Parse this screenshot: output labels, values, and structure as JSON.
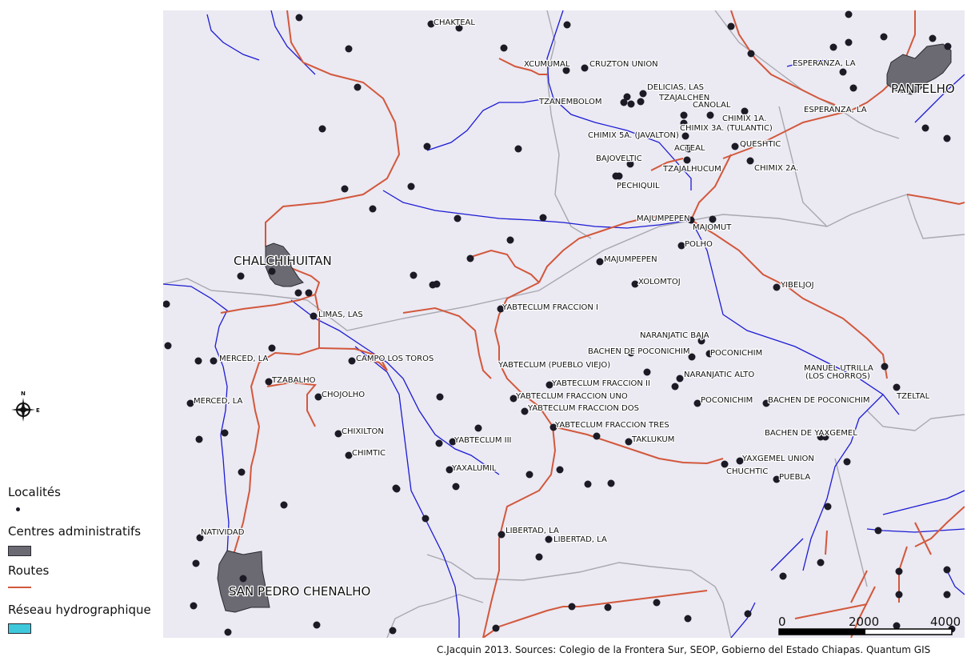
{
  "colors": {
    "background": "#ebe9f2",
    "road": "#d2583c",
    "river": "#1b1bd4",
    "boundary": "#a8a8b0",
    "admin_fill": "#6b6a73",
    "locality": "#1c1a24",
    "hydro_legend": "#3ec8dc"
  },
  "admin_centers": [
    {
      "name": "PANTELHO"
    },
    {
      "name": "CHALCHIHUITAN"
    },
    {
      "name": "SAN PEDRO CHENALHO"
    }
  ],
  "localities": [
    "CHAKTEAL",
    "XCUMUMAL",
    "CRUZTON UNION",
    "ESPERANZA, LA",
    "DELICIAS, LAS",
    "TZAJALCHEN",
    "TZANEMBOLOM",
    "CANOLAL",
    "CHIMIX 1A.",
    "ESPERANZA, LA",
    "CHIMIX 3A. (TULANTIC)",
    "CHIMIX 5A. (JAVALTON)",
    "ACTEAL",
    "QUESHTIC",
    "BAJOVELTIC",
    "TZAJALHUCUM",
    "CHIMIX 2A.",
    "PECHIQUIL",
    "MAJUMPEPEN",
    "MAJOMUT",
    "POLHO",
    "MAJUMPEPEN",
    "XOLOMTOJ",
    "YIBELJOJ",
    "YABTECLUM FRACCION I",
    "LIMAS, LAS",
    "NARANJATIC BAJA",
    "BACHEN DE POCONICHIM",
    "POCONICHIM",
    "MERCED, LA",
    "CAMPO LOS TOROS",
    "YABTECLUM (PUEBLO VIEJO)",
    "MANUEL UTRILLA",
    "(LOS CHORROS)",
    "NARANJATIC ALTO",
    "TZABALHO",
    "YABTECLUM FRACCION II",
    "CHOJOLHO",
    "YABTECLUM FRACCION UNO",
    "MERCED, LA",
    "POCONICHIM",
    "BACHEN DE POCONICHIM",
    "TZELTAL",
    "YABTECLUM FRACCION DOS",
    "YABTECLUM FRACCION TRES",
    "CHIXILTON",
    "BACHEN DE YAXGEMEL",
    "YABTECLUM III",
    "TAKLUKUM",
    "CHIMTIC",
    "YAXGEMEL UNION",
    "YAXALUMIL",
    "CHUCHTIC",
    "PUEBLA",
    "NATIVIDAD",
    "LIBERTAD, LA",
    "LIBERTAD, LA"
  ],
  "legend": {
    "localites": "Localités",
    "centres": "Centres administratifs",
    "routes": "Routes",
    "hydro": "Réseau hydrographique"
  },
  "north_arrow": {
    "n": "N",
    "e": "E"
  },
  "scale": {
    "ticks": [
      "0",
      "2000",
      "4000"
    ]
  },
  "credit": "C.Jacquin 2013. Sources: Colegio de la Frontera Sur, SEOP, Gobierno del Estado Chiapas. Quantum GIS"
}
